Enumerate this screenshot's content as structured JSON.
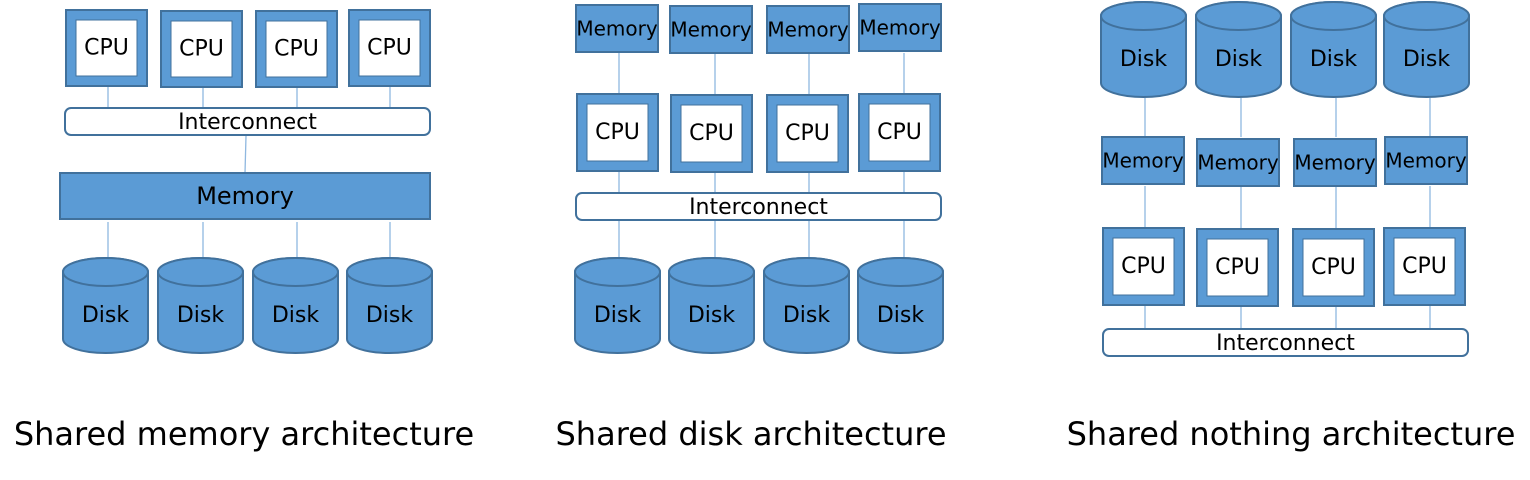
{
  "colors": {
    "fill": "#5B9BD5",
    "stroke": "#41719C",
    "connector": "#8FB8E0",
    "cpu_inner": "#FFFFFF",
    "interconnect_fill": "#FFFFFF"
  },
  "labels": {
    "cpu": "CPU",
    "memory": "Memory",
    "disk": "Disk",
    "interconnect": "Interconnect"
  },
  "diagrams": [
    {
      "id": "shared-memory",
      "caption": "Shared memory architecture",
      "layers": [
        "cpu",
        "interconnect",
        "memory-shared",
        "disk"
      ],
      "node_count": 4
    },
    {
      "id": "shared-disk",
      "caption": "Shared disk architecture",
      "layers": [
        "memory",
        "cpu",
        "interconnect",
        "disk"
      ],
      "node_count": 4
    },
    {
      "id": "shared-nothing",
      "caption": "Shared nothing architecture",
      "layers": [
        "disk",
        "memory",
        "cpu",
        "interconnect"
      ],
      "node_count": 4
    }
  ]
}
